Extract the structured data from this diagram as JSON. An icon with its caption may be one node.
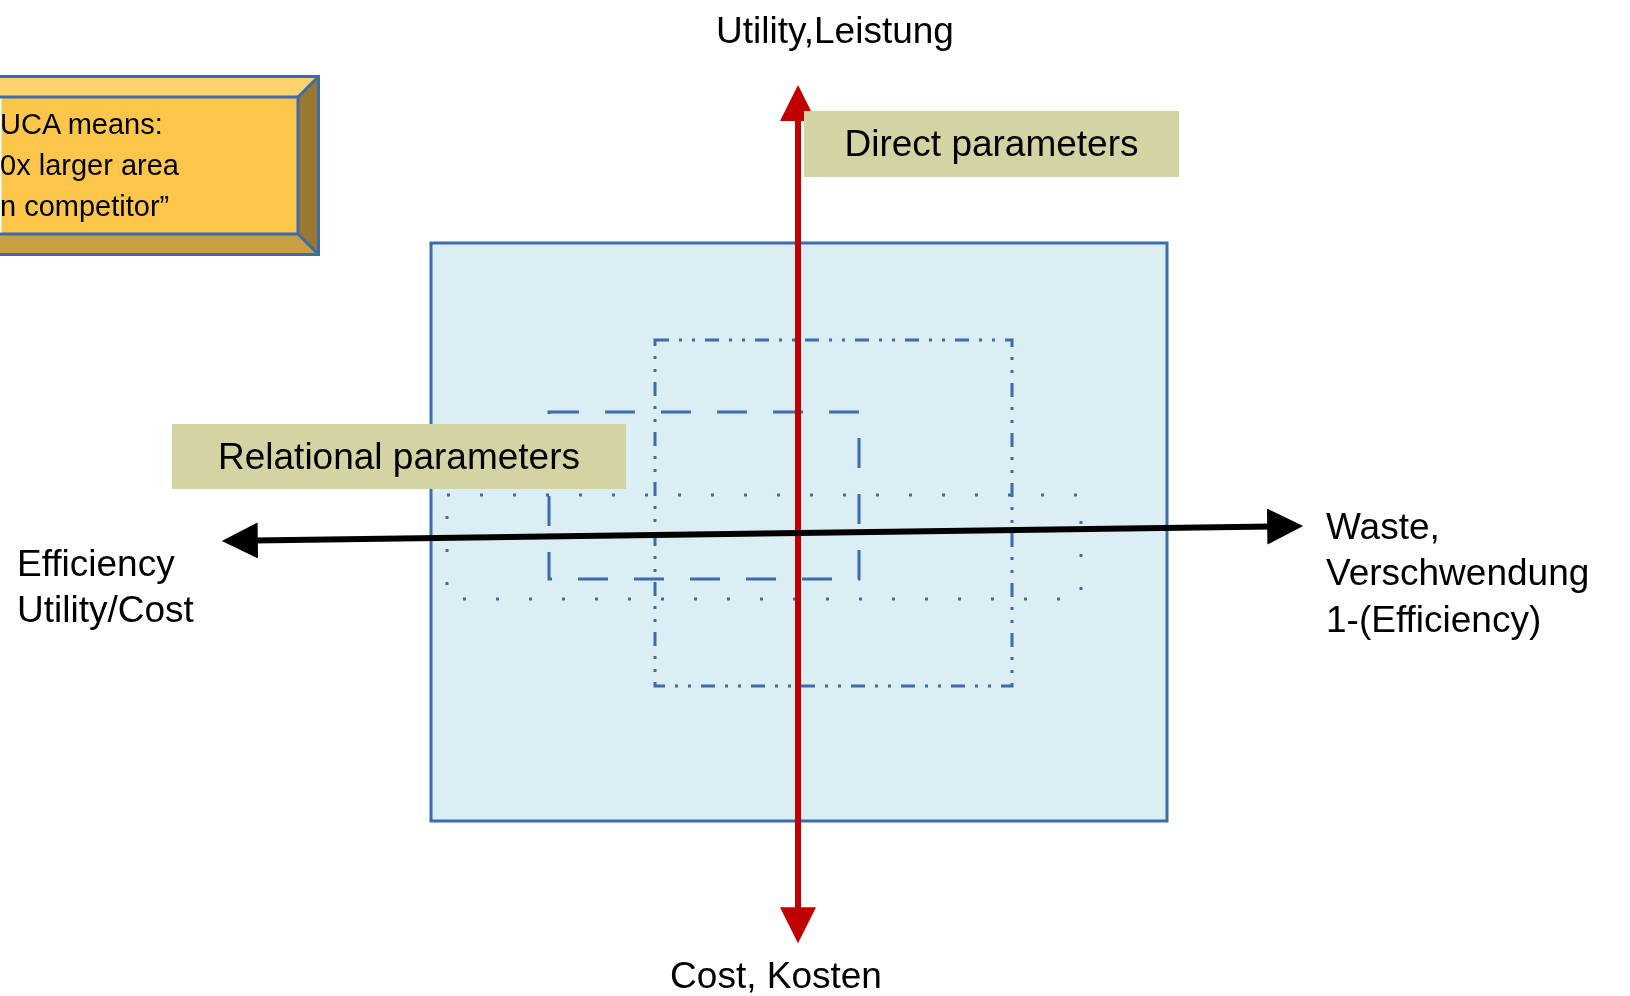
{
  "diagram": {
    "nodes": [
      {
        "text": [
          "UCA means: 0x larger area n competitor”"
        ]
      },
      {
        "text": [
          "Utility,Leistung"
        ]
      },
      {
        "text": [
          "Direct parameters"
        ]
      },
      {
        "text": [
          "Relational parameters"
        ]
      },
      {
        "text": [
          "Efficiency Utility/Cost"
        ]
      },
      {
        "text": [
          "Waste, Verschwendung 1-(Efficiency)"
        ]
      },
      {
        "text": [
          "Cost, Kosten"
        ]
      }
    ],
    "edges": [
      {
        "from": 1,
        "to": 6,
        "arrow": "both",
        "color": "#c00000"
      },
      {
        "from": 4,
        "to": 5,
        "arrow": "both",
        "color": "#000000"
      }
    ]
  }
}
